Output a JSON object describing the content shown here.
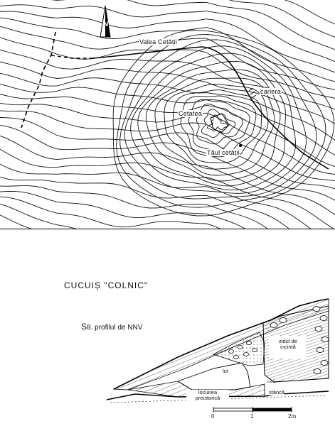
{
  "map": {
    "north": "N",
    "labels": {
      "valea": "Valea Cetății",
      "cariera": "cariera",
      "cetatea": "Cetatea",
      "taul": "Tăul cetății"
    }
  },
  "section": {
    "title": "CUCUIȘ \"COLNIC\"",
    "subtitle_s": "S",
    "subtitle_rest": "8. profilul de NNV",
    "labels": {
      "zidul": "zidul de incintă",
      "lut": "lut",
      "locuirea": "locuirea preistorică",
      "stanca": "stâncă",
      "mortar": "mortar"
    },
    "scale": {
      "zero": "0",
      "one": "1",
      "two": "2m"
    }
  }
}
